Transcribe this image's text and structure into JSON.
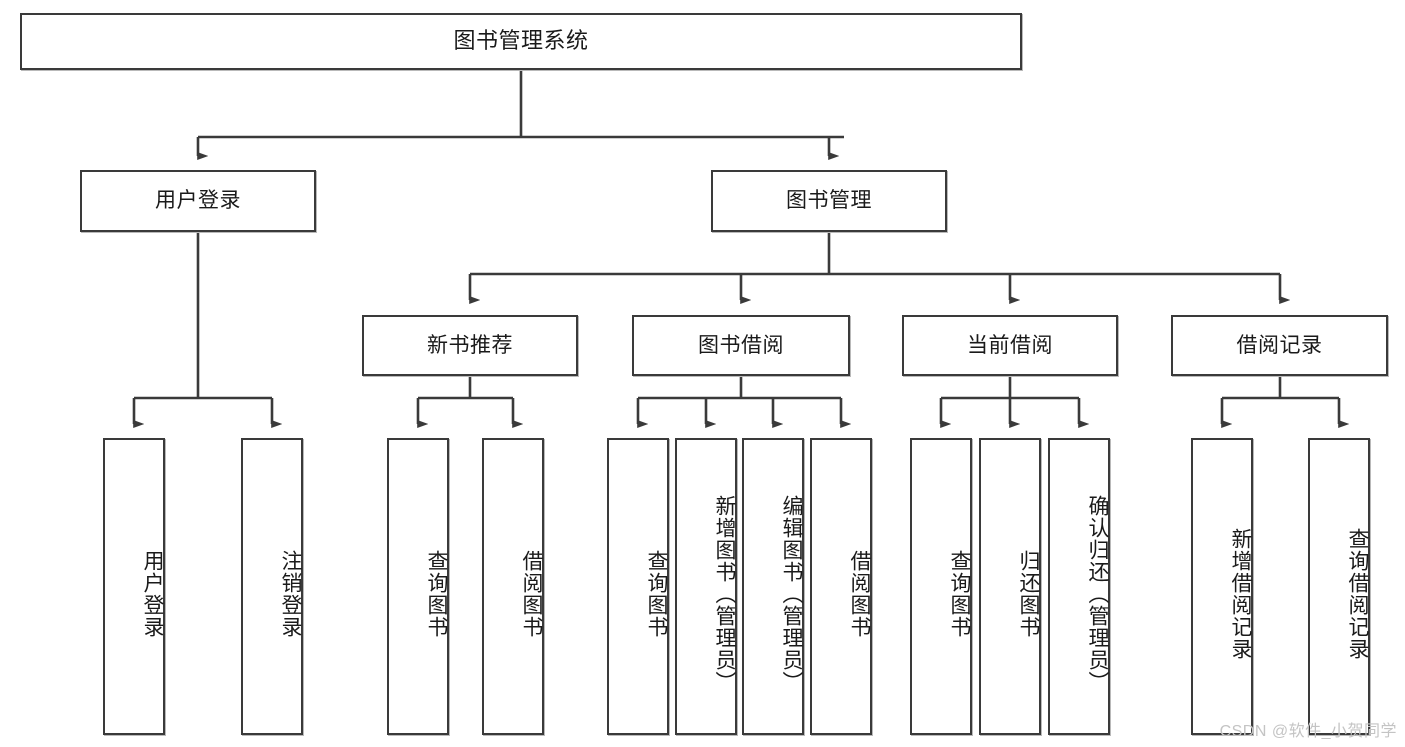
{
  "diagram": {
    "title": "图书管理系统",
    "type": "tree-hierarchy",
    "watermark": "CSDN @软件_小贺同学",
    "colors": {
      "background": "#ffffff",
      "node_border": "#3a3a3a",
      "node_fill": "#ffffff",
      "edge": "#3a3a3a",
      "text": "#1a1a1a",
      "watermark": "#c4c4c4"
    },
    "root": {
      "label": "图书管理系统"
    },
    "level2": [
      {
        "label": "用户登录"
      },
      {
        "label": "图书管理"
      }
    ],
    "level3": [
      {
        "label": "新书推荐"
      },
      {
        "label": "图书借阅"
      },
      {
        "label": "当前借阅"
      },
      {
        "label": "借阅记录"
      }
    ],
    "leaves": [
      {
        "label": "用户登录",
        "parent": "用户登录"
      },
      {
        "label": "注销登录",
        "parent": "用户登录"
      },
      {
        "label": "查询图书",
        "parent": "新书推荐"
      },
      {
        "label": "借阅图书",
        "parent": "新书推荐"
      },
      {
        "label": "查询图书",
        "parent": "图书借阅"
      },
      {
        "label": "新增图书（管理员）",
        "parent": "图书借阅"
      },
      {
        "label": "编辑图书（管理员）",
        "parent": "图书借阅"
      },
      {
        "label": "借阅图书",
        "parent": "图书借阅"
      },
      {
        "label": "查询图书",
        "parent": "当前借阅"
      },
      {
        "label": "归还图书",
        "parent": "当前借阅"
      },
      {
        "label": "确认归还（管理员）",
        "parent": "当前借阅"
      },
      {
        "label": "新增借阅记录",
        "parent": "借阅记录"
      },
      {
        "label": "查询借阅记录",
        "parent": "借阅记录"
      }
    ]
  }
}
